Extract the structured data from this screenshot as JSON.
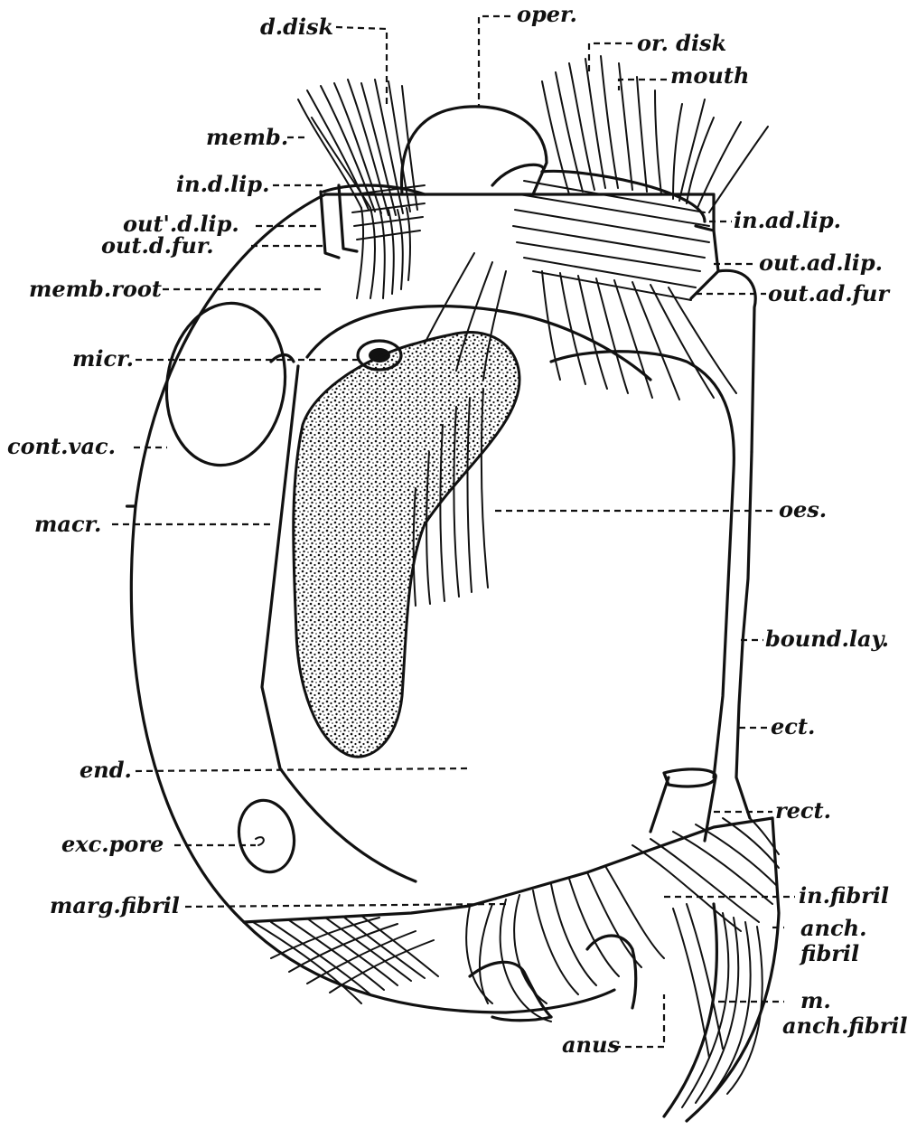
{
  "diagram": {
    "labels": {
      "d_disk": "d.disk",
      "oper": "oper.",
      "or_disk": "or. disk",
      "mouth": "mouth",
      "memb": "memb.",
      "in_d_lip": "in.d.lip.",
      "out_d_lip": "out'.d.lip.",
      "out_d_fur": "out.d.fur.",
      "memb_root": "memb.root",
      "micr": "micr.",
      "cont_vac": "cont.vac.",
      "macr": "macr.",
      "end": "end.",
      "exc_pore": "exc.pore",
      "marg_fibril": "marg.fibril",
      "in_ad_lip": "in.ad.lip.",
      "out_ad_lip": "out.ad.lip.",
      "out_ad_fur": "out.ad.fur",
      "oes": "oes.",
      "bound_lay": "bound.lay.",
      "ect": "ect.",
      "rect": "rect.",
      "in_fibril": "in.fibril",
      "anch_fibril_1": "anch.",
      "anch_fibril_2": "fibril",
      "m_anch_fibril_1": "m.",
      "m_anch_fibril_2": "anch.fibril",
      "anus": "anus"
    }
  }
}
